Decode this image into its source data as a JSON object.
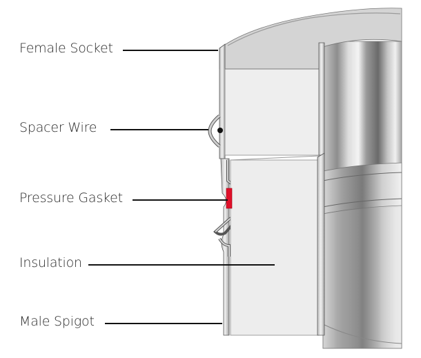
{
  "labels": {
    "female_socket": "Female Socket",
    "spacer_wire": "Spacer Wire",
    "pressure_gasket": "Pressure Gasket",
    "insulation": "Insulation",
    "male_spigot": "Male Spigot"
  },
  "colors": {
    "metal_dark": "#6e6e6e",
    "metal_mid": "#a9a9a9",
    "metal_light": "#e8e8e8",
    "insulation": "#ececec",
    "gasket": "#e0102a",
    "line": "#111111"
  }
}
